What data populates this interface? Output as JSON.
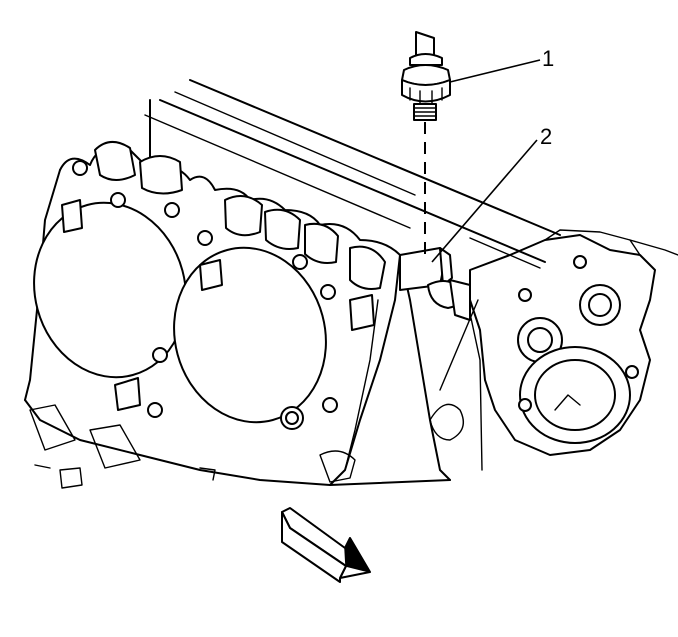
{
  "callouts": [
    {
      "number": "1",
      "part": "sensor"
    },
    {
      "number": "2",
      "part": "mounting-boss"
    }
  ],
  "icons": {
    "direction_arrow": "front-direction-arrow-icon",
    "sensor": "sensor-icon"
  }
}
